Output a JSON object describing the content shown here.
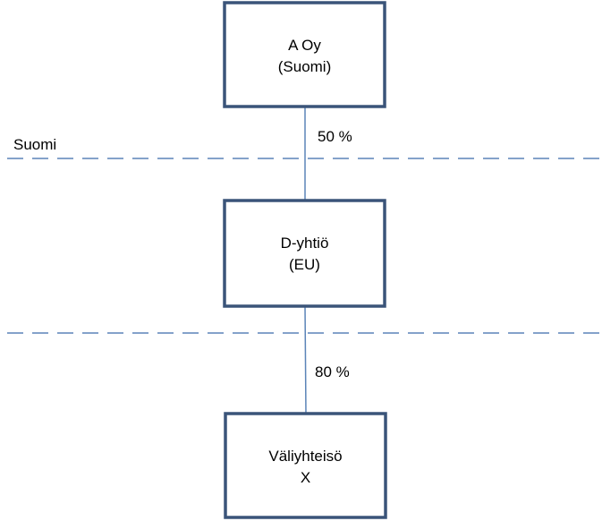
{
  "colors": {
    "box_border": "#3a5479",
    "connector": "#5b84b8",
    "divider": "#5b84b8",
    "text": "#000000",
    "background": "#ffffff"
  },
  "boundary_label": "Suomi",
  "nodes": {
    "parent": {
      "line1": "A Oy",
      "line2": "(Suomi)"
    },
    "middle": {
      "line1": "D-yhtiö",
      "line2": "(EU)"
    },
    "child": {
      "line1": "Väliyhteisö",
      "line2": "X"
    }
  },
  "ownership": {
    "parent_to_middle": "50 %",
    "middle_to_child": "80 %"
  }
}
